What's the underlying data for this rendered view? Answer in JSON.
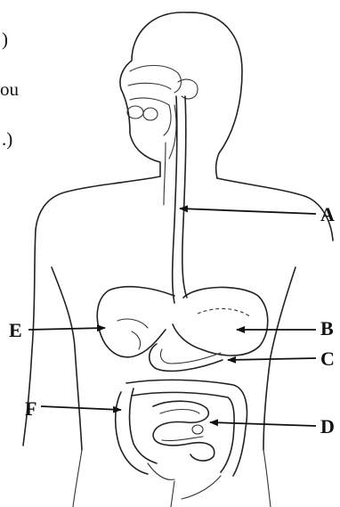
{
  "edge_text": [
    ")",
    "ou",
    ".)"
  ],
  "labels": [
    "A",
    "B",
    "C",
    "D",
    "E",
    "F"
  ],
  "colors": {
    "ink": "#222222",
    "background": "#ffffff"
  }
}
